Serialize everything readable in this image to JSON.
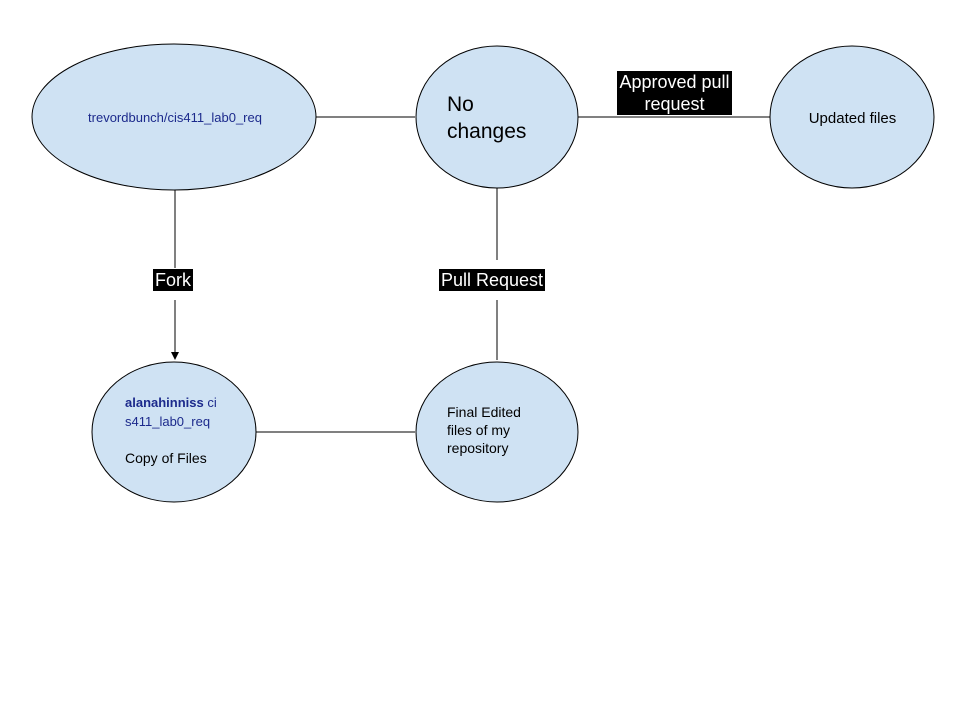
{
  "colors": {
    "node_fill": "#cfe2f3",
    "node_stroke": "#000000",
    "link_text": "#1c2a8c",
    "label_bg": "#000000",
    "label_text": "#ffffff"
  },
  "nodes": {
    "upstream": {
      "text": "trevordbunch/cis411_lab0_req"
    },
    "no_changes": {
      "text": "No changes"
    },
    "updated": {
      "text": "Updated files"
    },
    "fork_copy": {
      "user": "alanahinniss",
      "repo_rest": " ci s411_lab0_req",
      "caption": "Copy of Files"
    },
    "final": {
      "text": "Final Edited files of my repository"
    }
  },
  "edge_labels": {
    "approved": "Approved pull request",
    "fork": "Fork",
    "pull_request": "Pull Request"
  }
}
